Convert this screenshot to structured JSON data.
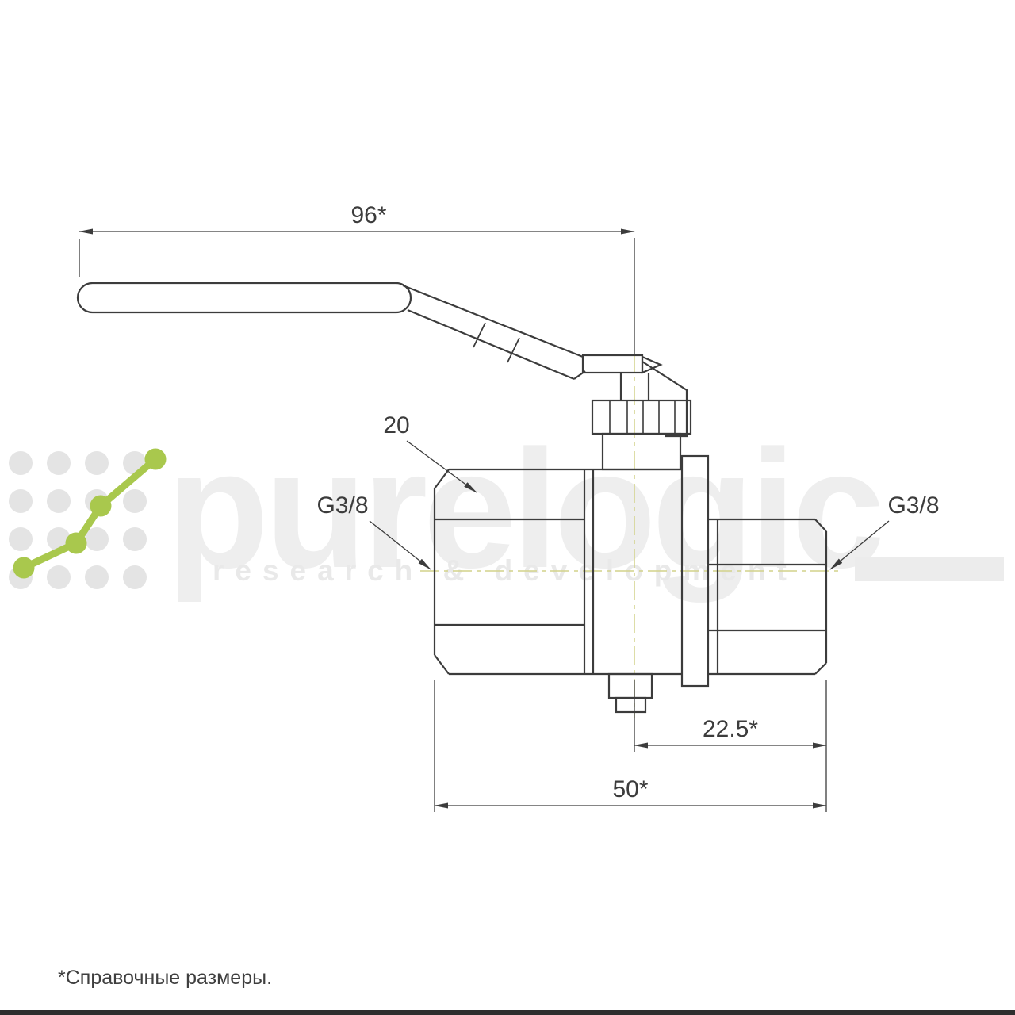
{
  "labels": {
    "dim_handle_length": "96*",
    "dim_hex": "20",
    "thread_left": "G3/8",
    "thread_right": "G3/8",
    "dim_port_to_center": "22.5*",
    "dim_overall_length": "50*"
  },
  "footnote": "*Справочные размеры.",
  "watermark": {
    "brand": "purelogic",
    "tagline": "research & development"
  },
  "colors": {
    "line": "#3c3c3c",
    "centerline": "#d2d28a",
    "watermark_gray": "#eeeeee",
    "logo_green": "#a9c84d"
  }
}
